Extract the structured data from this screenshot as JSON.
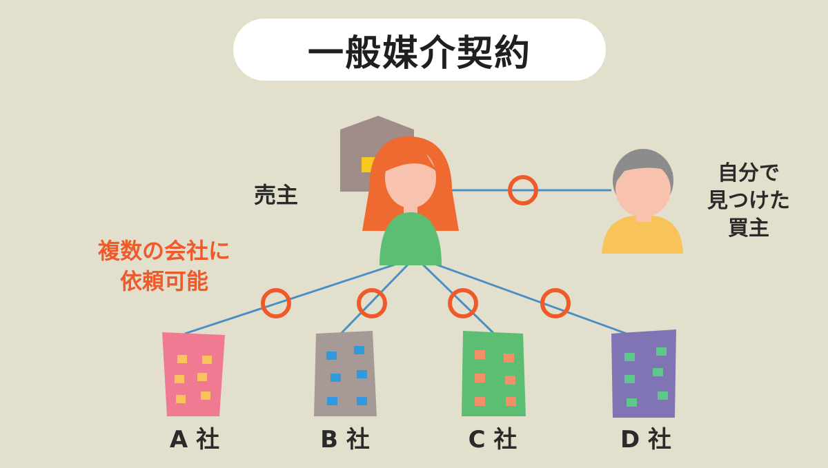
{
  "title": "一般媒介契約",
  "seller": {
    "label": "売主"
  },
  "buyer": {
    "label": "自分で\n見つけた\n買主"
  },
  "note": {
    "text": "複数の会社に\n依頼可能"
  },
  "companies": [
    {
      "label": "A 社",
      "color": "#f07a92",
      "window_color": "#f7c35a"
    },
    {
      "label": "B 社",
      "color": "#a69a96",
      "window_color": "#2f9ae0"
    },
    {
      "label": "C 社",
      "color": "#5cbe72",
      "window_color": "#f2906a"
    },
    {
      "label": "D 社",
      "color": "#8074b4",
      "window_color": "#5cc98a"
    }
  ],
  "colors": {
    "background": "#e2e0cc",
    "line": "#4a8fc4",
    "circle": "#ef5a2a",
    "seller_hair": "#ef6a30",
    "seller_shirt": "#5cbe72",
    "skin": "#f7c2ae",
    "buyer_hair": "#8c8c8c",
    "buyer_shirt": "#f8c35a",
    "house": "#a08c88",
    "house_window": "#f7c820"
  }
}
